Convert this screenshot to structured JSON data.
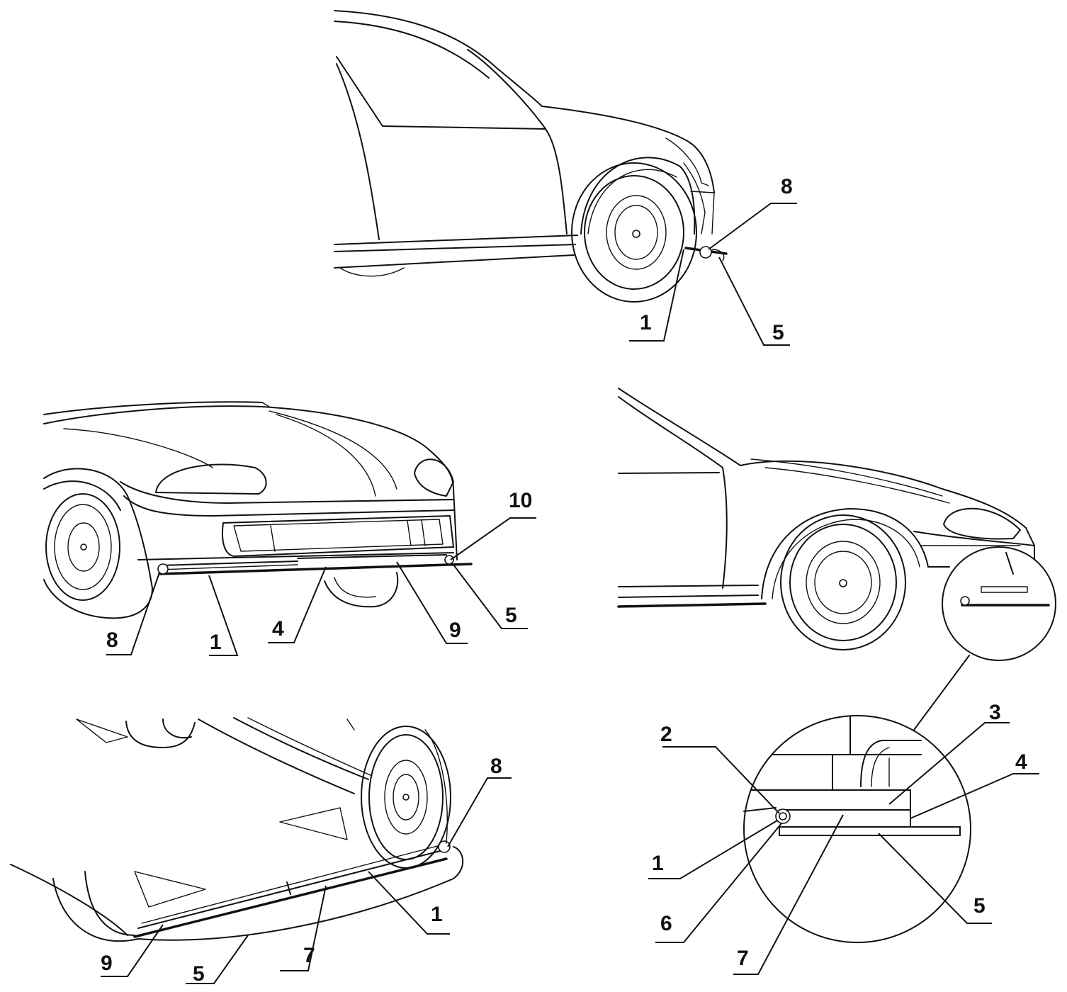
{
  "figure": {
    "views": [
      {
        "id": "side-view",
        "callouts": [
          {
            "id": "sv-8",
            "text": "8"
          },
          {
            "id": "sv-1",
            "text": "1"
          },
          {
            "id": "sv-5",
            "text": "5"
          }
        ]
      },
      {
        "id": "front-view",
        "callouts": [
          {
            "id": "fv-10",
            "text": "10"
          },
          {
            "id": "fv-8",
            "text": "8"
          },
          {
            "id": "fv-1",
            "text": "1"
          },
          {
            "id": "fv-4",
            "text": "4"
          },
          {
            "id": "fv-9",
            "text": "9"
          },
          {
            "id": "fv-5",
            "text": "5"
          }
        ]
      },
      {
        "id": "three-quarter-view",
        "callouts": []
      },
      {
        "id": "underside-view",
        "callouts": [
          {
            "id": "uv-8",
            "text": "8"
          },
          {
            "id": "uv-1",
            "text": "1"
          },
          {
            "id": "uv-7",
            "text": "7"
          },
          {
            "id": "uv-9",
            "text": "9"
          },
          {
            "id": "uv-5",
            "text": "5"
          }
        ]
      },
      {
        "id": "detail-view",
        "callouts": [
          {
            "id": "dv-2",
            "text": "2"
          },
          {
            "id": "dv-3",
            "text": "3"
          },
          {
            "id": "dv-4",
            "text": "4"
          },
          {
            "id": "dv-1",
            "text": "1"
          },
          {
            "id": "dv-6",
            "text": "6"
          },
          {
            "id": "dv-7",
            "text": "7"
          },
          {
            "id": "dv-5",
            "text": "5"
          }
        ]
      }
    ]
  }
}
